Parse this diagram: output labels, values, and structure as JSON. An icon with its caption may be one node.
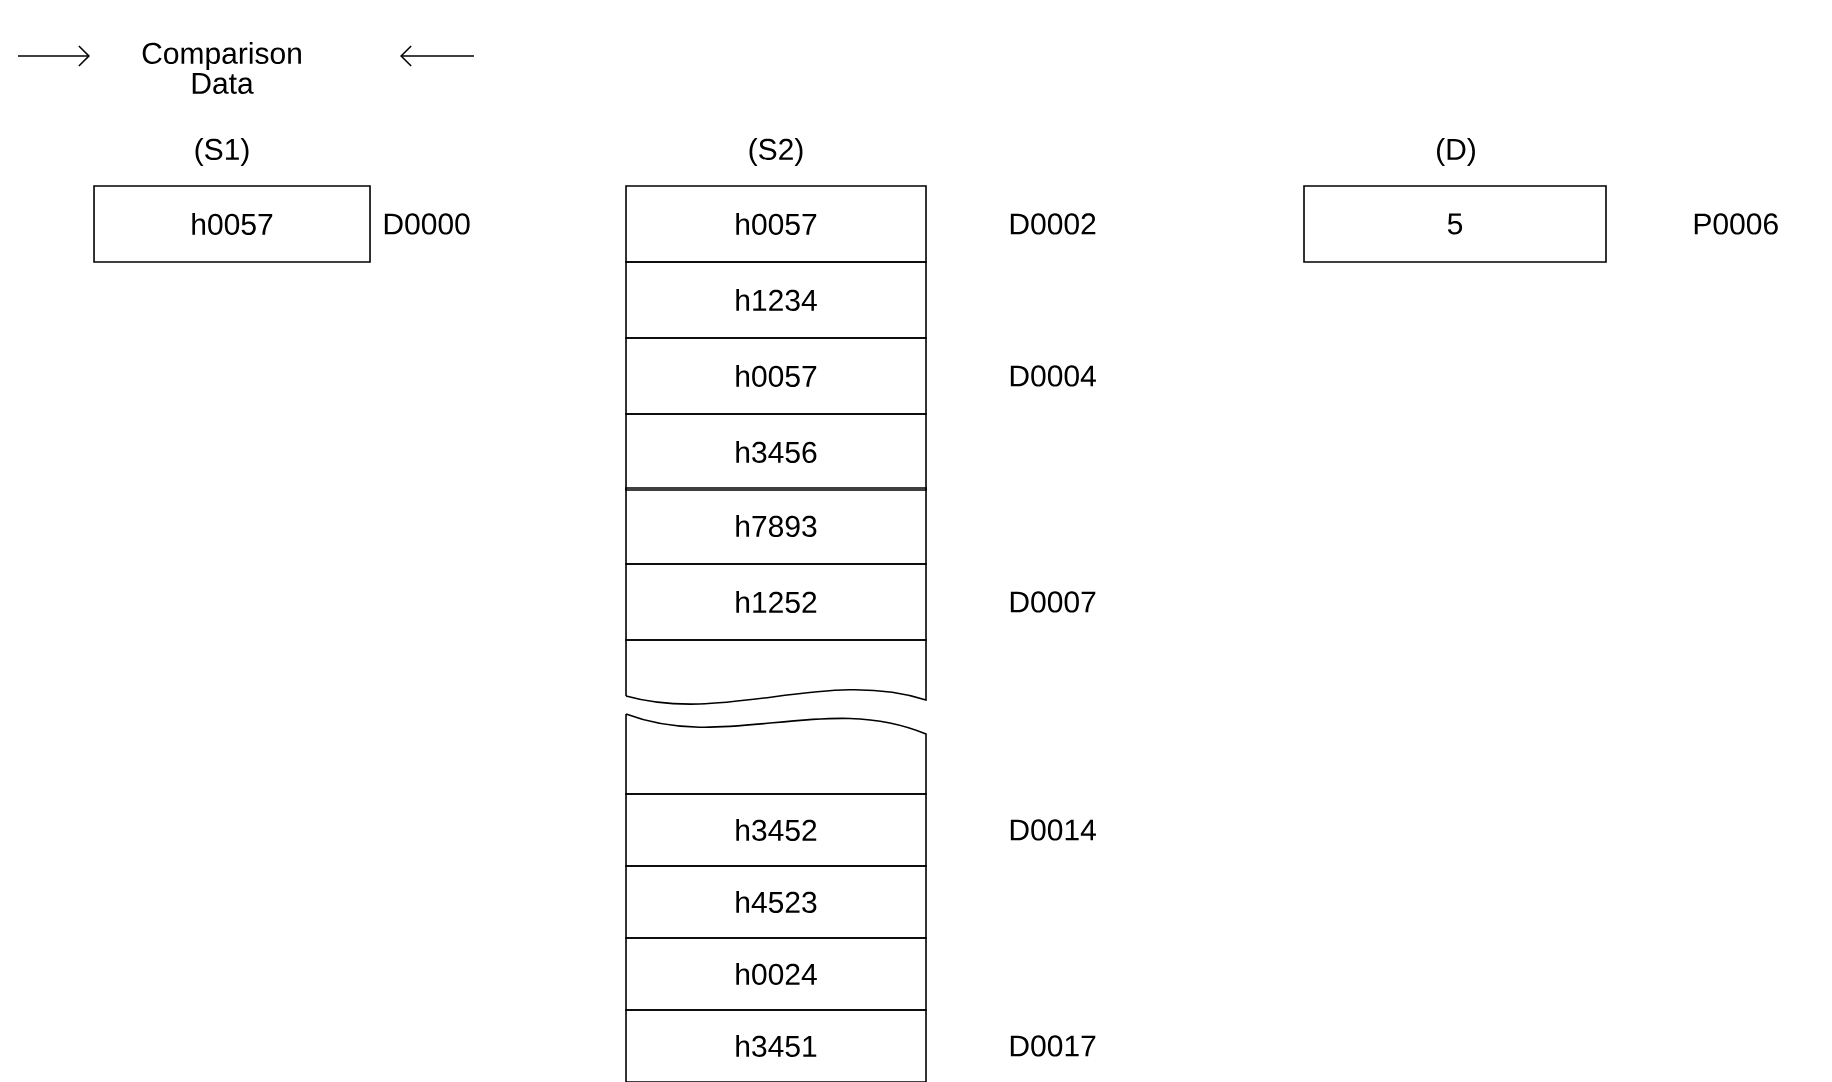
{
  "diagram": {
    "nodes": [
      {
        "text": [
          "h0057"
        ],
        "beside": [
          "D0000"
        ]
      },
      {
        "text": [
          "h0057"
        ],
        "beside": [
          "D0002"
        ]
      },
      {
        "text": [
          "5"
        ],
        "beside": [
          "P0006"
        ]
      },
      {
        "text": [
          "h1234"
        ]
      },
      {
        "text": [
          "h0057"
        ],
        "beside": [
          "D0004"
        ]
      },
      {
        "text": [
          "h3456"
        ]
      },
      {
        "text": [
          "h7893"
        ]
      },
      {
        "text": [
          "h1252"
        ],
        "beside": [
          "D0007"
        ]
      },
      {
        "text": [],
        "shape": "box"
      },
      {
        "text": [],
        "shape": "box"
      },
      {
        "text": [
          "h3452"
        ],
        "beside": [
          "D0014"
        ]
      },
      {
        "text": [
          "h4523"
        ]
      },
      {
        "text": [
          "h0024"
        ]
      },
      {
        "text": [
          "h3451"
        ],
        "beside": [
          "D0017"
        ]
      }
    ],
    "labels": [
      "Comparison Data",
      "(S1)",
      "(S2)",
      "(D)"
    ]
  }
}
